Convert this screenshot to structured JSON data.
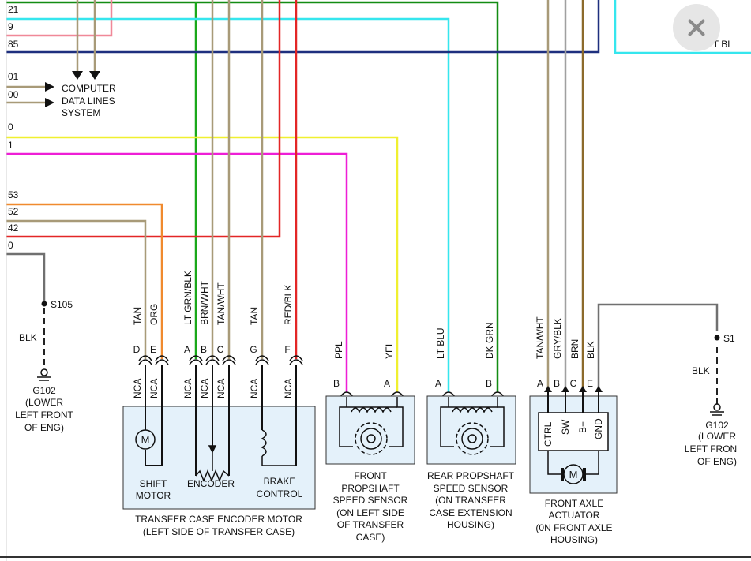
{
  "left_pins": [
    "21",
    "9",
    "85",
    "01",
    "00",
    "0",
    "1",
    "53",
    "52",
    "42",
    "0"
  ],
  "computer_data_lines": [
    "COMPUTER",
    "DATA LINES",
    "SYSTEM"
  ],
  "close_button_label": "Close",
  "splice_left": "S105",
  "splice_right": "S1",
  "ground_left": {
    "wire": "BLK",
    "lines": [
      "G102",
      "(LOWER",
      "LEFT FRONT",
      "OF ENG)"
    ]
  },
  "ground_right": {
    "wire": "BLK",
    "lines": [
      "G102",
      "(LOWER",
      "LEFT FRON",
      "OF ENG)"
    ]
  },
  "top_right_wire": "LT BL",
  "transfer_case": {
    "wires": [
      "TAN",
      "ORG",
      "LT GRN/BLK",
      "BRN/WHT",
      "TAN/WHT",
      "TAN",
      "RED/BLK"
    ],
    "pins": [
      "D",
      "E",
      "A",
      "B",
      "C",
      "G",
      "F"
    ],
    "nca": [
      "NCA",
      "NCA",
      "NCA",
      "NCA",
      "NCA",
      "NCA",
      "NCA"
    ],
    "motor_symbol": "M",
    "sub": [
      [
        "SHIFT",
        "MOTOR"
      ],
      [
        "ENCODER"
      ],
      [
        "BRAKE",
        "CONTROL"
      ]
    ],
    "caption": [
      "TRANSFER CASE ENCODER MOTOR",
      "(LEFT SIDE OF TRANSFER CASE)"
    ]
  },
  "front_sensor": {
    "wires": [
      "PPL",
      "YEL"
    ],
    "pins": [
      "B",
      "A"
    ],
    "caption": [
      "FRONT",
      "PROPSHAFT",
      "SPEED SENSOR",
      "(ON LEFT SIDE",
      "OF TRANSFER",
      "CASE)"
    ]
  },
  "rear_sensor": {
    "wires": [
      "LT BLU",
      "DK GRN"
    ],
    "pins": [
      "A",
      "B"
    ],
    "caption": [
      "REAR PROPSHAFT",
      "SPEED SENSOR",
      "(ON TRANSFER",
      "CASE EXTENSION",
      "HOUSING)"
    ]
  },
  "axle": {
    "wires": [
      "TAN/WHT",
      "GRY/BLK",
      "BRN",
      "BLK"
    ],
    "pins": [
      "A",
      "B",
      "C",
      "E"
    ],
    "inner": [
      "CTRL",
      "SW",
      "B+",
      "GND"
    ],
    "motor_symbol": "M",
    "caption": [
      "FRONT AXLE",
      "ACTUATOR",
      "(0N FRONT AXLE",
      "HOUSING)"
    ]
  },
  "colors": {
    "tan": "#a89a78",
    "pink": "#f08898",
    "navy": "#1e2f7e",
    "green": "#1aa81a",
    "dkgreen": "#138c13",
    "cyan": "#35e6ee",
    "yellow": "#f0f030",
    "magenta": "#ee1ed6",
    "orange": "#f08a2e",
    "red": "#e32626",
    "gray": "#707070",
    "brn": "#8c6a2b",
    "comp_fill": "#e4f1fa"
  }
}
